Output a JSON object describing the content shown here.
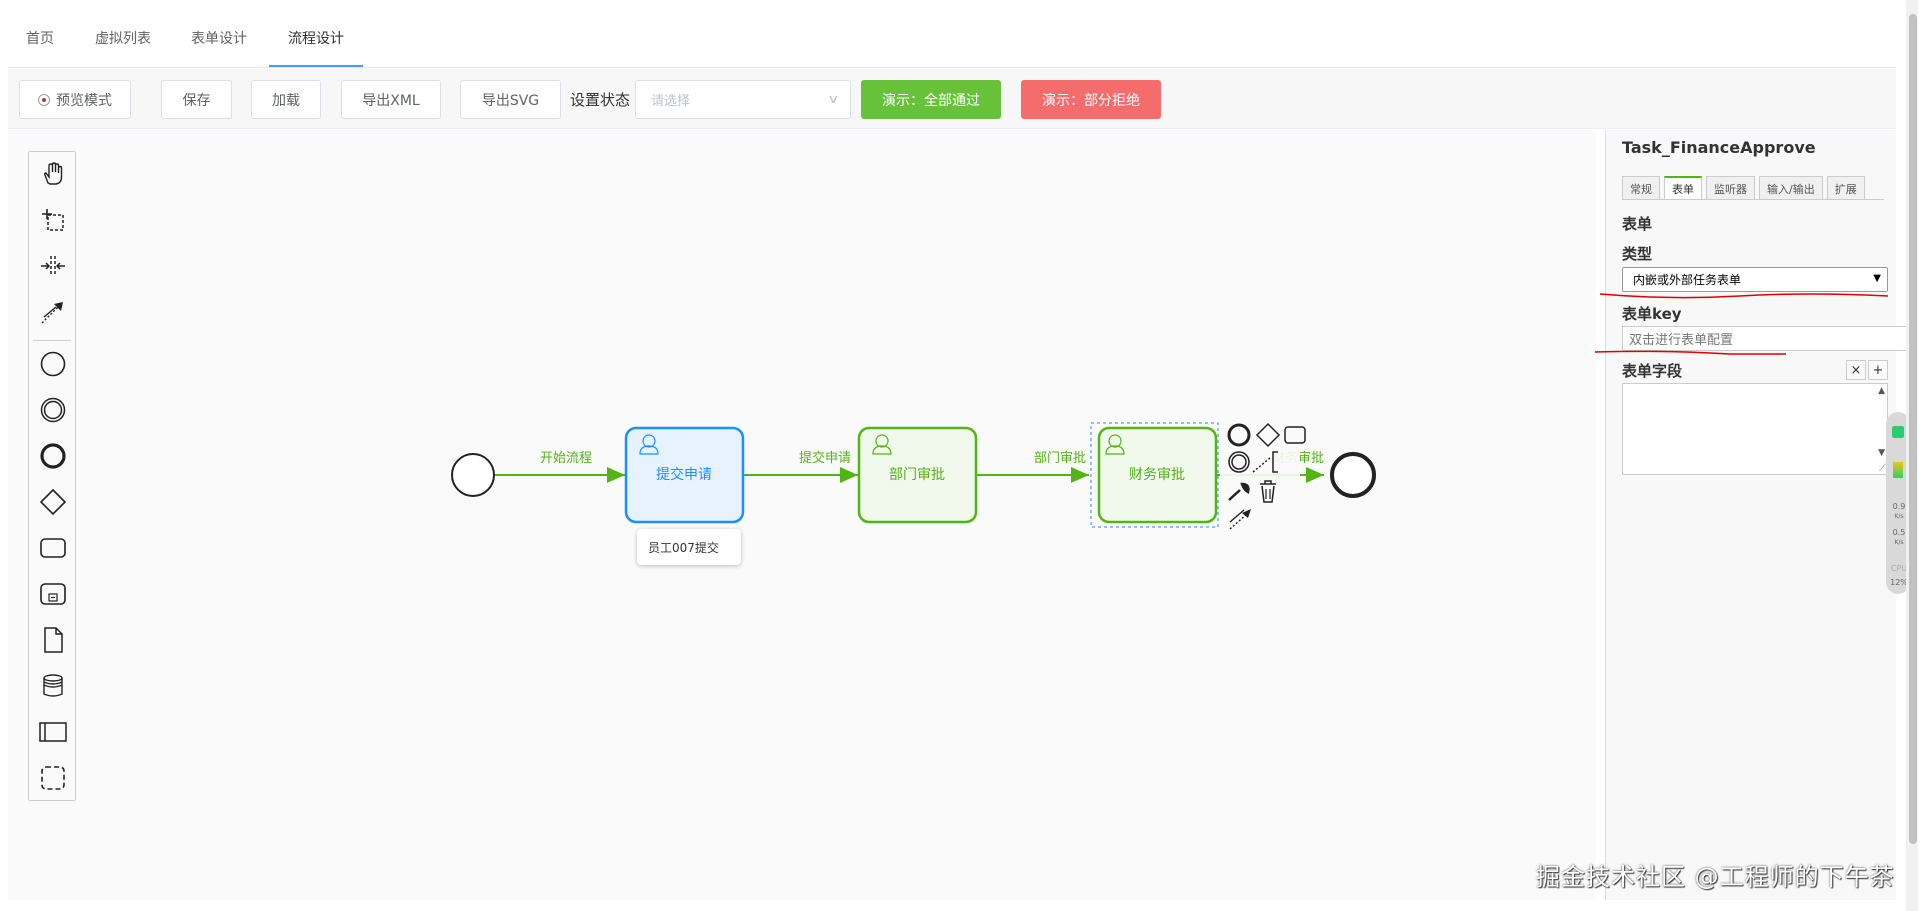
{
  "tabs": [
    "首页",
    "虚拟列表",
    "表单设计",
    "流程设计"
  ],
  "toolbar": {
    "preview_label": "预览模式",
    "save_label": "保存",
    "load_label": "加载",
    "export_xml_label": "导出XML",
    "export_svg_label": "导出SVG",
    "status_label": "设置状态",
    "status_placeholder": "请选择",
    "demo_pass_label": "演示：全部通过",
    "demo_reject_label": "演示：部分拒绝"
  },
  "palette": {
    "tools": [
      "hand-tool-icon",
      "lasso-tool-icon",
      "space-tool-icon",
      "global-connect-icon"
    ],
    "shapes": [
      "start-event-icon",
      "intermediate-event-icon",
      "end-event-icon",
      "gateway-icon",
      "task-icon",
      "subprocess-icon",
      "data-object-icon",
      "data-store-icon",
      "participant-icon",
      "group-icon"
    ]
  },
  "diagram": {
    "flows": [
      "开始流程",
      "提交申请",
      "部门审批",
      "财务审批"
    ],
    "tasks": [
      {
        "label": "提交申请",
        "state": "current"
      },
      {
        "label": "部门审批",
        "state": "completed"
      },
      {
        "label": "财务审批",
        "state": "selected"
      }
    ],
    "tooltip": "员工007提交"
  },
  "panel": {
    "title": "Task_FinanceApprove",
    "tabs": [
      "常规",
      "表单",
      "监听器",
      "输入/输出",
      "扩展"
    ],
    "section": "表单",
    "type_label": "类型",
    "type_value": "内嵌或外部任务表单",
    "key_label": "表单key",
    "key_placeholder": "双击进行表单配置",
    "fields_label": "表单字段",
    "remove_label": "×",
    "add_label": "+"
  },
  "sysmon": {
    "up": "0.9",
    "down": "0.5",
    "unit": "K/s",
    "cpu_label": "CPU",
    "cpu": "12%"
  },
  "watermark": "掘金技术社区 @工程师的下午茶",
  "colors": {
    "accent": "#409eff",
    "green": "#67c23a",
    "red": "#f56c6c",
    "done": "#52b415",
    "current": "#1890ff"
  }
}
